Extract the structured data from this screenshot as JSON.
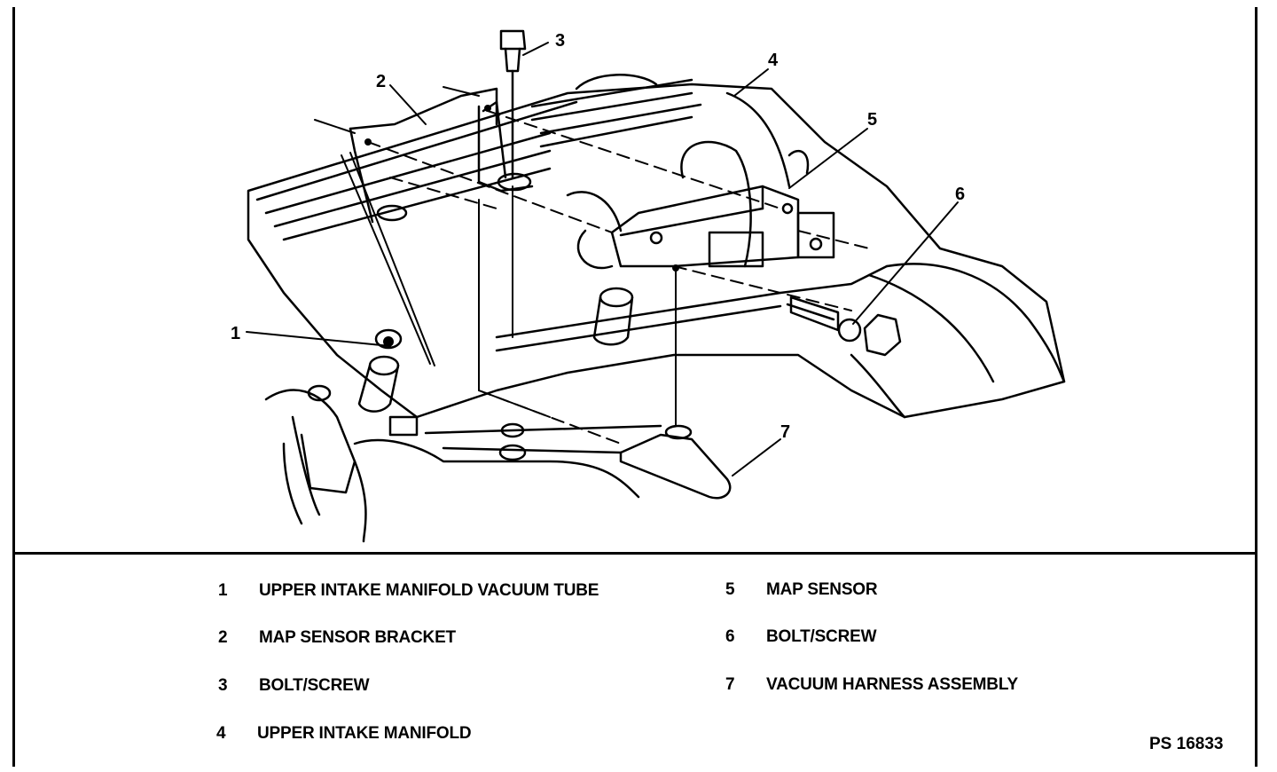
{
  "callouts": [
    "1",
    "2",
    "3",
    "4",
    "5",
    "6",
    "7"
  ],
  "legend": [
    {
      "num": "1",
      "label": "UPPER INTAKE MANIFOLD VACUUM TUBE"
    },
    {
      "num": "2",
      "label": "MAP SENSOR BRACKET"
    },
    {
      "num": "3",
      "label": "BOLT/SCREW"
    },
    {
      "num": "4",
      "label": "UPPER INTAKE MANIFOLD"
    },
    {
      "num": "5",
      "label": "MAP SENSOR"
    },
    {
      "num": "6",
      "label": "BOLT/SCREW"
    },
    {
      "num": "7",
      "label": "VACUUM HARNESS ASSEMBLY"
    }
  ],
  "figure_code": "PS 16833"
}
